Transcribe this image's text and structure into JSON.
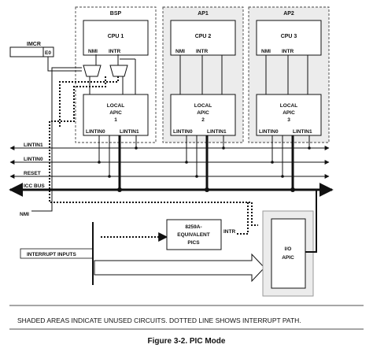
{
  "processors": [
    {
      "label": "BSP",
      "cpu": "CPU 1",
      "nmi": "NMI",
      "intr": "INTR",
      "apic_lines": [
        "LOCAL",
        "APIC",
        "1"
      ],
      "lint0": "LINTIN0",
      "lint1": "LINTIN1"
    },
    {
      "label": "AP1",
      "cpu": "CPU 2",
      "nmi": "NMI",
      "intr": "INTR",
      "apic_lines": [
        "LOCAL",
        "APIC",
        "2"
      ],
      "lint0": "LINTIN0",
      "lint1": "LINTIN1"
    },
    {
      "label": "AP2",
      "cpu": "CPU 3",
      "nmi": "NMI",
      "intr": "INTR",
      "apic_lines": [
        "LOCAL",
        "APIC",
        "3"
      ],
      "lint0": "LINTIN0",
      "lint1": "LINTIN1"
    }
  ],
  "imcr": {
    "label": "IMCR",
    "bit": "E0"
  },
  "buses": {
    "lintin1": "LINTIN1",
    "lintin0": "LINTIN0",
    "reset": "RESET",
    "icc": "ICC BUS"
  },
  "nmi_label": "NMI",
  "pic": {
    "lines": [
      "8259A-",
      "EQUIVALENT",
      "PICS"
    ],
    "intr": "INTR"
  },
  "interrupt_inputs": "INTERRUPT INPUTS",
  "io_apic": {
    "lines": [
      "I/O",
      "APIC"
    ]
  },
  "note": "SHADED AREAS INDICATE UNUSED CIRCUITS. DOTTED LINE SHOWS INTERRUPT PATH.",
  "caption": "Figure 3-2.  PIC Mode"
}
